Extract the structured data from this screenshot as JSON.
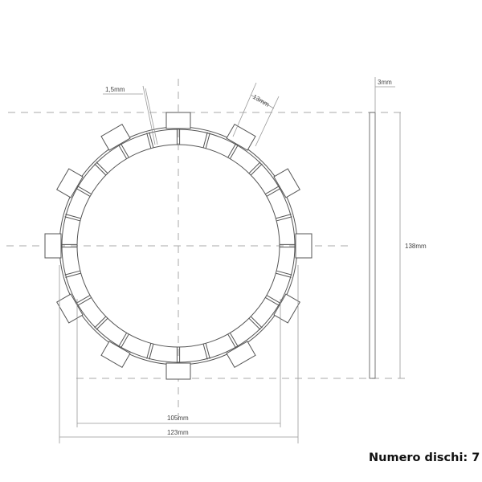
{
  "dimensions": {
    "groove_width": "1,5mm",
    "tab_width": "13mm",
    "thickness": "3mm",
    "outer_tab_diameter": "138mm",
    "inner_diameter": "105mm",
    "outer_diameter": "123mm"
  },
  "disc_count_label": "Numero dischi: 7",
  "colors": {
    "line": "#555555",
    "dash": "#aaaaaa",
    "text": "#111111"
  }
}
